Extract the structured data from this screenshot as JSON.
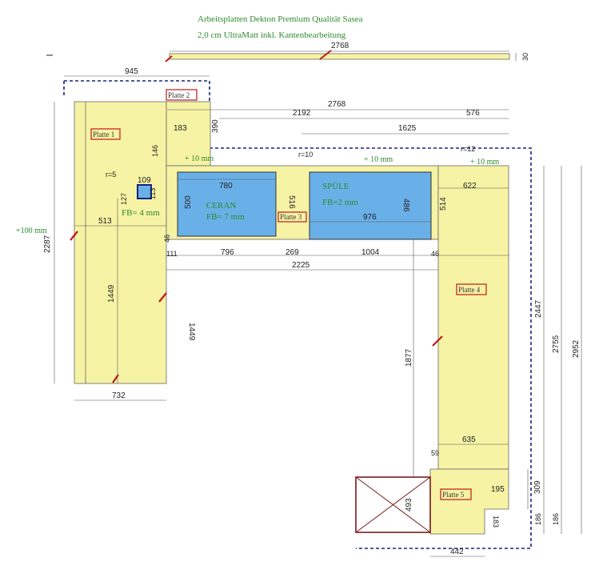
{
  "header": {
    "line1": "Arbeitsplatten Dekton Premium Qualität Sasea",
    "line2": "2,0 cm UltraMatt inkl. Kantenbearbeitung"
  },
  "plates": {
    "p1": "Platte 1",
    "p2": "Platte 2",
    "p3": "Platte 3",
    "p4": "Platte 4",
    "p5": "Platte 5"
  },
  "cutouts": {
    "ceran_label": "CERAN",
    "ceran_fb": "FB= 7 mm",
    "spuele_label": "SPÜLE",
    "spuele_fb": "FB=2 mm",
    "small_fb": "FB= 4 mm"
  },
  "notes": {
    "plus10_left": "+ 10 mm",
    "plus10_mid": "+ 10 mm",
    "plus10_right": "+ 10 mm",
    "plus100": "+100 mm",
    "r10": "r=10",
    "r12": "r=12",
    "r5": "r=5"
  },
  "dims": {
    "top_strip_len": "2768",
    "top_strip_thk": "30",
    "d945": "945",
    "d2768": "2768",
    "d2192": "2192",
    "d576": "576",
    "d1625": "1625",
    "d390": "390",
    "d183": "183",
    "d146": "146",
    "d109": "109",
    "d127": "127",
    "d113": "113",
    "d513": "513",
    "d2287": "2287",
    "d1449a": "1449",
    "d1449b": "1449",
    "d732": "732",
    "d780": "780",
    "d500": "500",
    "d516": "516",
    "d976": "976",
    "d486": "486",
    "d514": "514",
    "d622": "622",
    "d46a": "46",
    "d111": "111",
    "d796": "796",
    "d269": "269",
    "d1004": "1004",
    "d46b": "46",
    "d2225": "2225",
    "d1877": "1877",
    "d2447": "2447",
    "d2755": "2755",
    "d2952": "2952",
    "d635": "635",
    "d59": "59",
    "d493": "493",
    "d195": "195",
    "d309": "309",
    "d183b": "183",
    "d186a": "186",
    "d186b": "186",
    "d442": "442"
  }
}
